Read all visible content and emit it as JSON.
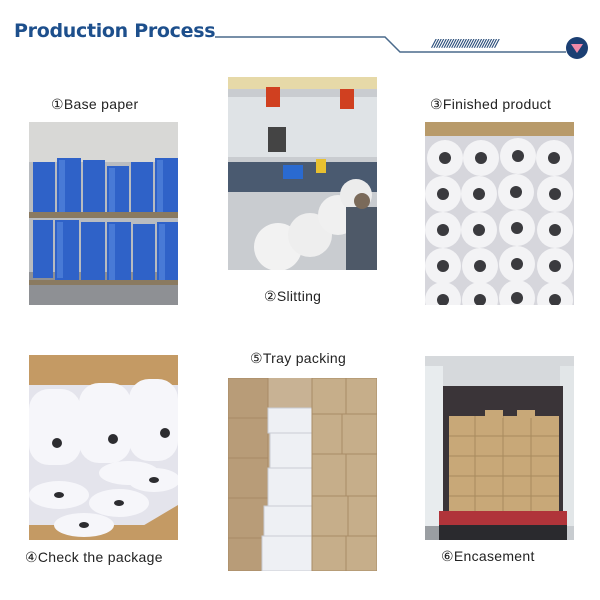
{
  "header": {
    "title": "Production Process",
    "hatch": "//////////////////////////",
    "accent_color": "#1d4f8c",
    "badge_icon": "triangle-down-icon"
  },
  "steps": [
    {
      "label": "①Base paper",
      "image": "blue-paper-rolls-warehouse"
    },
    {
      "label": "②Slitting",
      "image": "slitting-factory-floor"
    },
    {
      "label": "③Finished product",
      "image": "white-paper-rolls-box"
    },
    {
      "label": "④Check the package",
      "image": "rolls-in-open-carton"
    },
    {
      "label": "⑤Tray packing",
      "image": "stacked-cartons"
    },
    {
      "label": "⑥Encasement",
      "image": "container-loaded-with-cartons"
    }
  ]
}
